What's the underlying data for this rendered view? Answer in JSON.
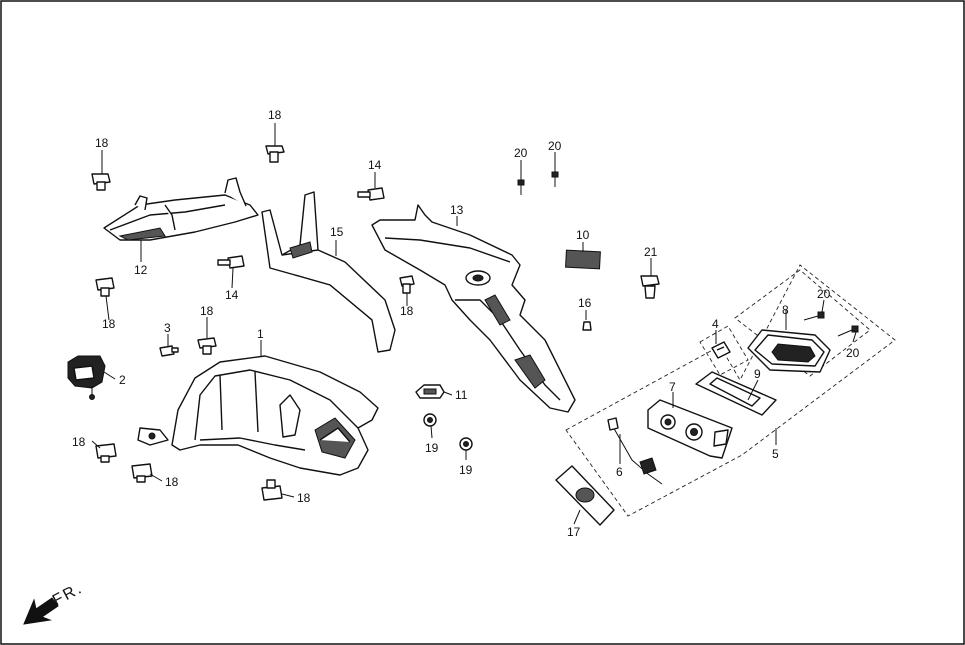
{
  "direction_label": "FR.",
  "callouts": {
    "c1": "1",
    "c2": "2",
    "c3": "3",
    "c4": "4",
    "c5": "5",
    "c6": "6",
    "c7": "7",
    "c8": "8",
    "c9": "9",
    "c10": "10",
    "c11": "11",
    "c12": "12",
    "c13": "13",
    "c14a": "14",
    "c14b": "14",
    "c15": "15",
    "c16": "16",
    "c17": "17",
    "c18a": "18",
    "c18b": "18",
    "c18c": "18",
    "c18d": "18",
    "c18e": "18",
    "c18f": "18",
    "c18g": "18",
    "c18h": "18",
    "c19a": "19",
    "c19b": "19",
    "c20a": "20",
    "c20b": "20",
    "c20c": "20",
    "c20d": "20",
    "c21": "21"
  }
}
